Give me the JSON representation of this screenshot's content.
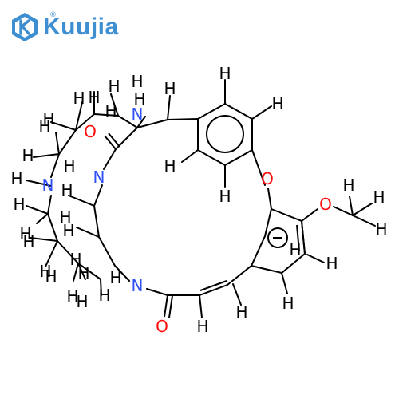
{
  "logo": {
    "text": "Kuujia",
    "registered": "®",
    "icon": "hexagon-k-icon",
    "color": "#3d8fd1"
  },
  "colors": {
    "bond": "#000000",
    "carbon_h": "#000000",
    "nitrogen": "#3050f8",
    "oxygen": "#ff0d0d"
  },
  "atoms": {
    "n_top": "N",
    "n_mid": "N",
    "n_left": "N",
    "n_bottom": "N",
    "o_amide_top": "O",
    "o_amide_bottom": "O",
    "o_ether": "O",
    "o_methoxy": "O",
    "h": "H"
  }
}
